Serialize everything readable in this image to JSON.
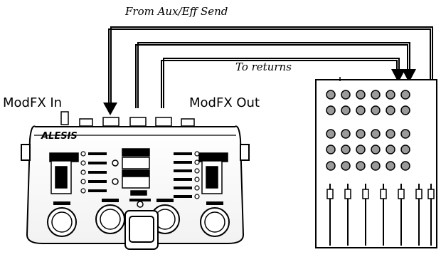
{
  "labels": {
    "from_send": "From Aux/Eff Send",
    "to_returns": "To returns",
    "modfx_in": "ModFX In",
    "modfx_out": "ModFX Out"
  },
  "device": {
    "brand": "ALESIS"
  },
  "colors": {
    "line": "#000000",
    "knob_fill": "#9a9a9a",
    "background": "#ffffff"
  }
}
